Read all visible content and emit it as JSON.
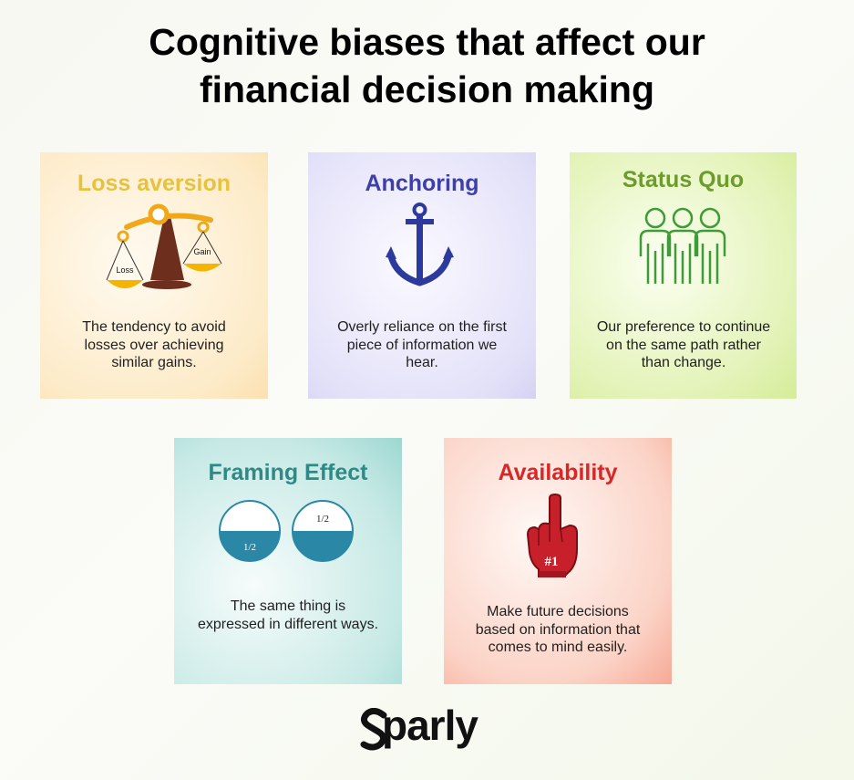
{
  "title": {
    "line1": "Cognitive biases that affect our",
    "line2": "financial decision making"
  },
  "cards": {
    "loss_aversion": {
      "heading": "Loss aversion",
      "color": "#e8c23c",
      "icon": "scale-icon",
      "scale_left_label": "Loss",
      "scale_right_label": "Gain",
      "desc1": "The tendency to avoid",
      "desc2": "losses over  achieving",
      "desc3": "similar gains."
    },
    "anchoring": {
      "heading": "Anchoring",
      "color": "#3e3fa8",
      "icon": "anchor-icon",
      "desc1": "Overly reliance on the first",
      "desc2": "piece of information we",
      "desc3": "hear."
    },
    "status_quo": {
      "heading": "Status Quo",
      "color": "#6e9c2c",
      "icon": "people-group-icon",
      "desc1": "Our preference to continue",
      "desc2": "on the same path rather",
      "desc3": "than change."
    },
    "framing_effect": {
      "heading": "Framing Effect",
      "color": "#2f8a86",
      "icon": "half-circles-icon",
      "circle_left_label": "1/2",
      "circle_right_label": "1/2",
      "desc1": "The same thing is",
      "desc2": "expressed in different ways."
    },
    "availability": {
      "heading": "Availability",
      "color": "#d62828",
      "icon": "foam-finger-icon",
      "finger_label": "#1",
      "desc1": "Make future decisions",
      "desc2": "based on information that",
      "desc3": "comes to mind easily."
    }
  },
  "logo": {
    "text": "parly"
  }
}
